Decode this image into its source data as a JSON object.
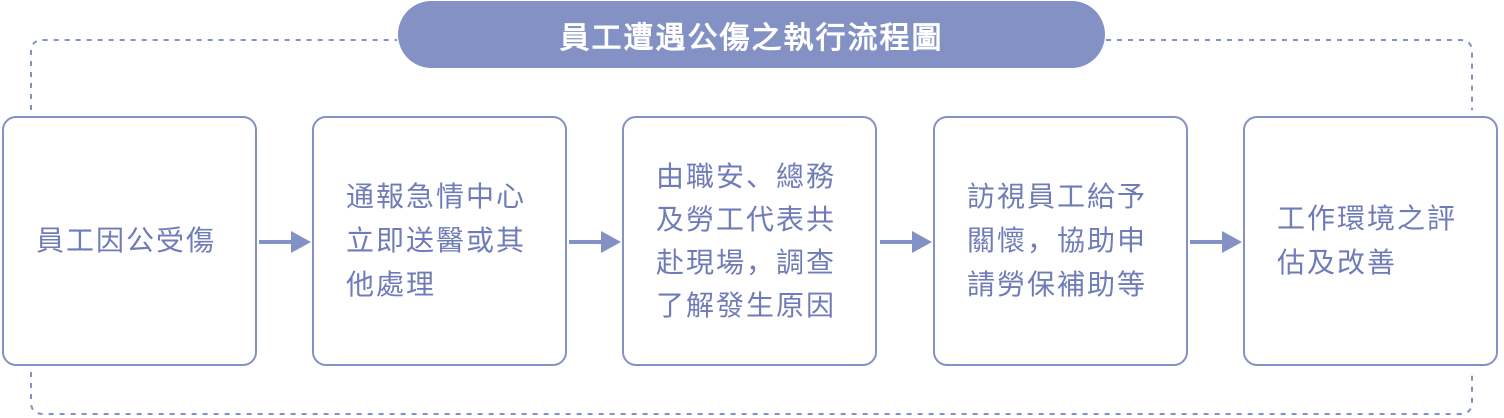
{
  "title": "員工遭遇公傷之執行流程圖",
  "colors": {
    "accent": "#8391c5",
    "text": "#6f7cb7",
    "background": "#ffffff"
  },
  "steps": [
    {
      "lines": [
        "員工因公受傷"
      ]
    },
    {
      "lines": [
        "通報急情中心",
        "立即送醫或其",
        "他處理"
      ]
    },
    {
      "lines": [
        "由職安、總務",
        "及勞工代表共",
        "赴現場，調查",
        "了解發生原因"
      ]
    },
    {
      "lines": [
        "訪視員工給予",
        "關懷，協助申",
        "請勞保補助等"
      ]
    },
    {
      "lines": [
        "工作環境之評",
        "估及改善"
      ]
    }
  ]
}
